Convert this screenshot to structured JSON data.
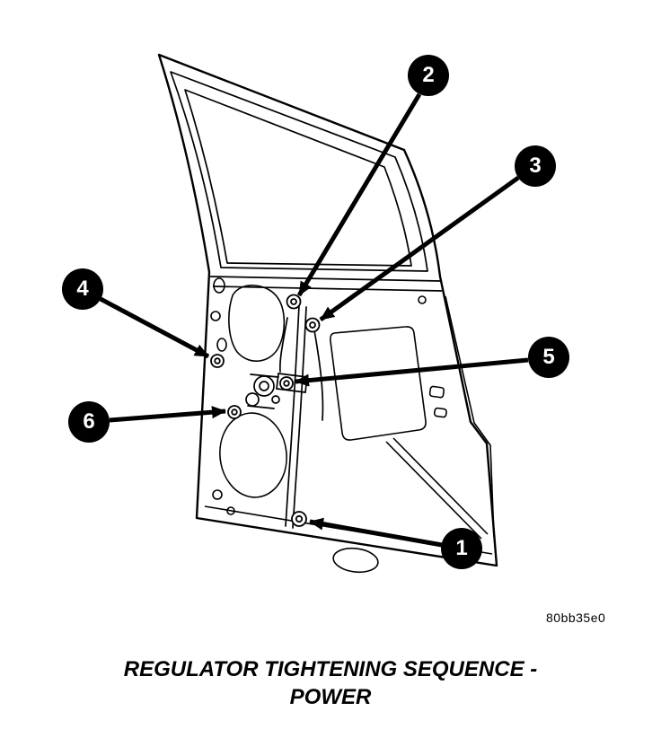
{
  "figure": {
    "code": "80bb35e0",
    "caption_line1": "REGULATOR TIGHTENING SEQUENCE -",
    "caption_line2": "POWER"
  },
  "callouts": [
    {
      "number": "1"
    },
    {
      "number": "2"
    },
    {
      "number": "3"
    },
    {
      "number": "4"
    },
    {
      "number": "5"
    },
    {
      "number": "6"
    }
  ]
}
